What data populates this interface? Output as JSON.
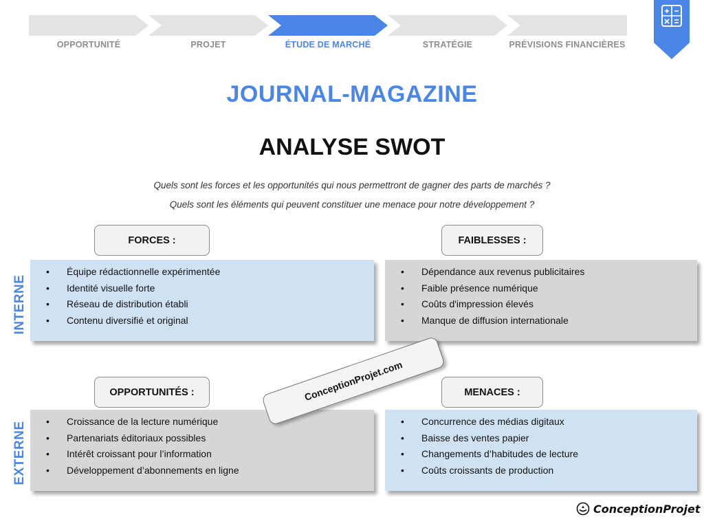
{
  "steps": [
    {
      "label": "OPPORTUNITÉ",
      "active": false
    },
    {
      "label": "PROJET",
      "active": false
    },
    {
      "label": "ÉTUDE DE MARCHÉ",
      "active": true
    },
    {
      "label": "STRATÉGIE",
      "active": false
    },
    {
      "label": "PRÉVISIONS FINANCIÈRES",
      "active": false
    }
  ],
  "colors": {
    "accent": "#4a86e8",
    "step_inactive": "#e3e3e3",
    "step_inactive_text": "#8c8c8c",
    "box_blue": "#cfe2f3",
    "box_grey": "#d6d6d6"
  },
  "bookmark_icon": "calculator-icon",
  "title": "JOURNAL-MAGAZINE",
  "subtitle": "ANALYSE SWOT",
  "questions": [
    "Quels sont les forces et les opportunités qui nous permettront de gagner des parts de marchés ?",
    "Quels sont les éléments qui peuvent constituer une menace pour notre développement ?"
  ],
  "side_labels": {
    "internal": "INTERNE",
    "external": "EXTERNE"
  },
  "swot": {
    "forces": {
      "header": "FORCES :",
      "items": [
        "Équipe rédactionnelle expérimentée",
        "Identité visuelle forte",
        "Réseau de distribution établi",
        "Contenu diversifié et original"
      ]
    },
    "faiblesses": {
      "header": "FAIBLESSES :",
      "items": [
        "Dépendance aux revenus publicitaires",
        "Faible présence numérique",
        "Coûts d'impression élevés",
        "Manque de diffusion internationale"
      ]
    },
    "opportunites": {
      "header": "OPPORTUNITÉS :",
      "items": [
        "Croissance de la lecture numérique",
        "Partenariats éditoriaux possibles",
        "Intérêt croissant pour l’information",
        "Développement d’abonnements en ligne"
      ]
    },
    "menaces": {
      "header": "MENACES :",
      "items": [
        "Concurrence des médias digitaux",
        "Baisse des ventes papier",
        "Changements d’habitudes de lecture",
        "Coûts croissants de production"
      ]
    }
  },
  "watermark": "ConceptionProjet.com",
  "footer_logo": "ConceptionProjet"
}
